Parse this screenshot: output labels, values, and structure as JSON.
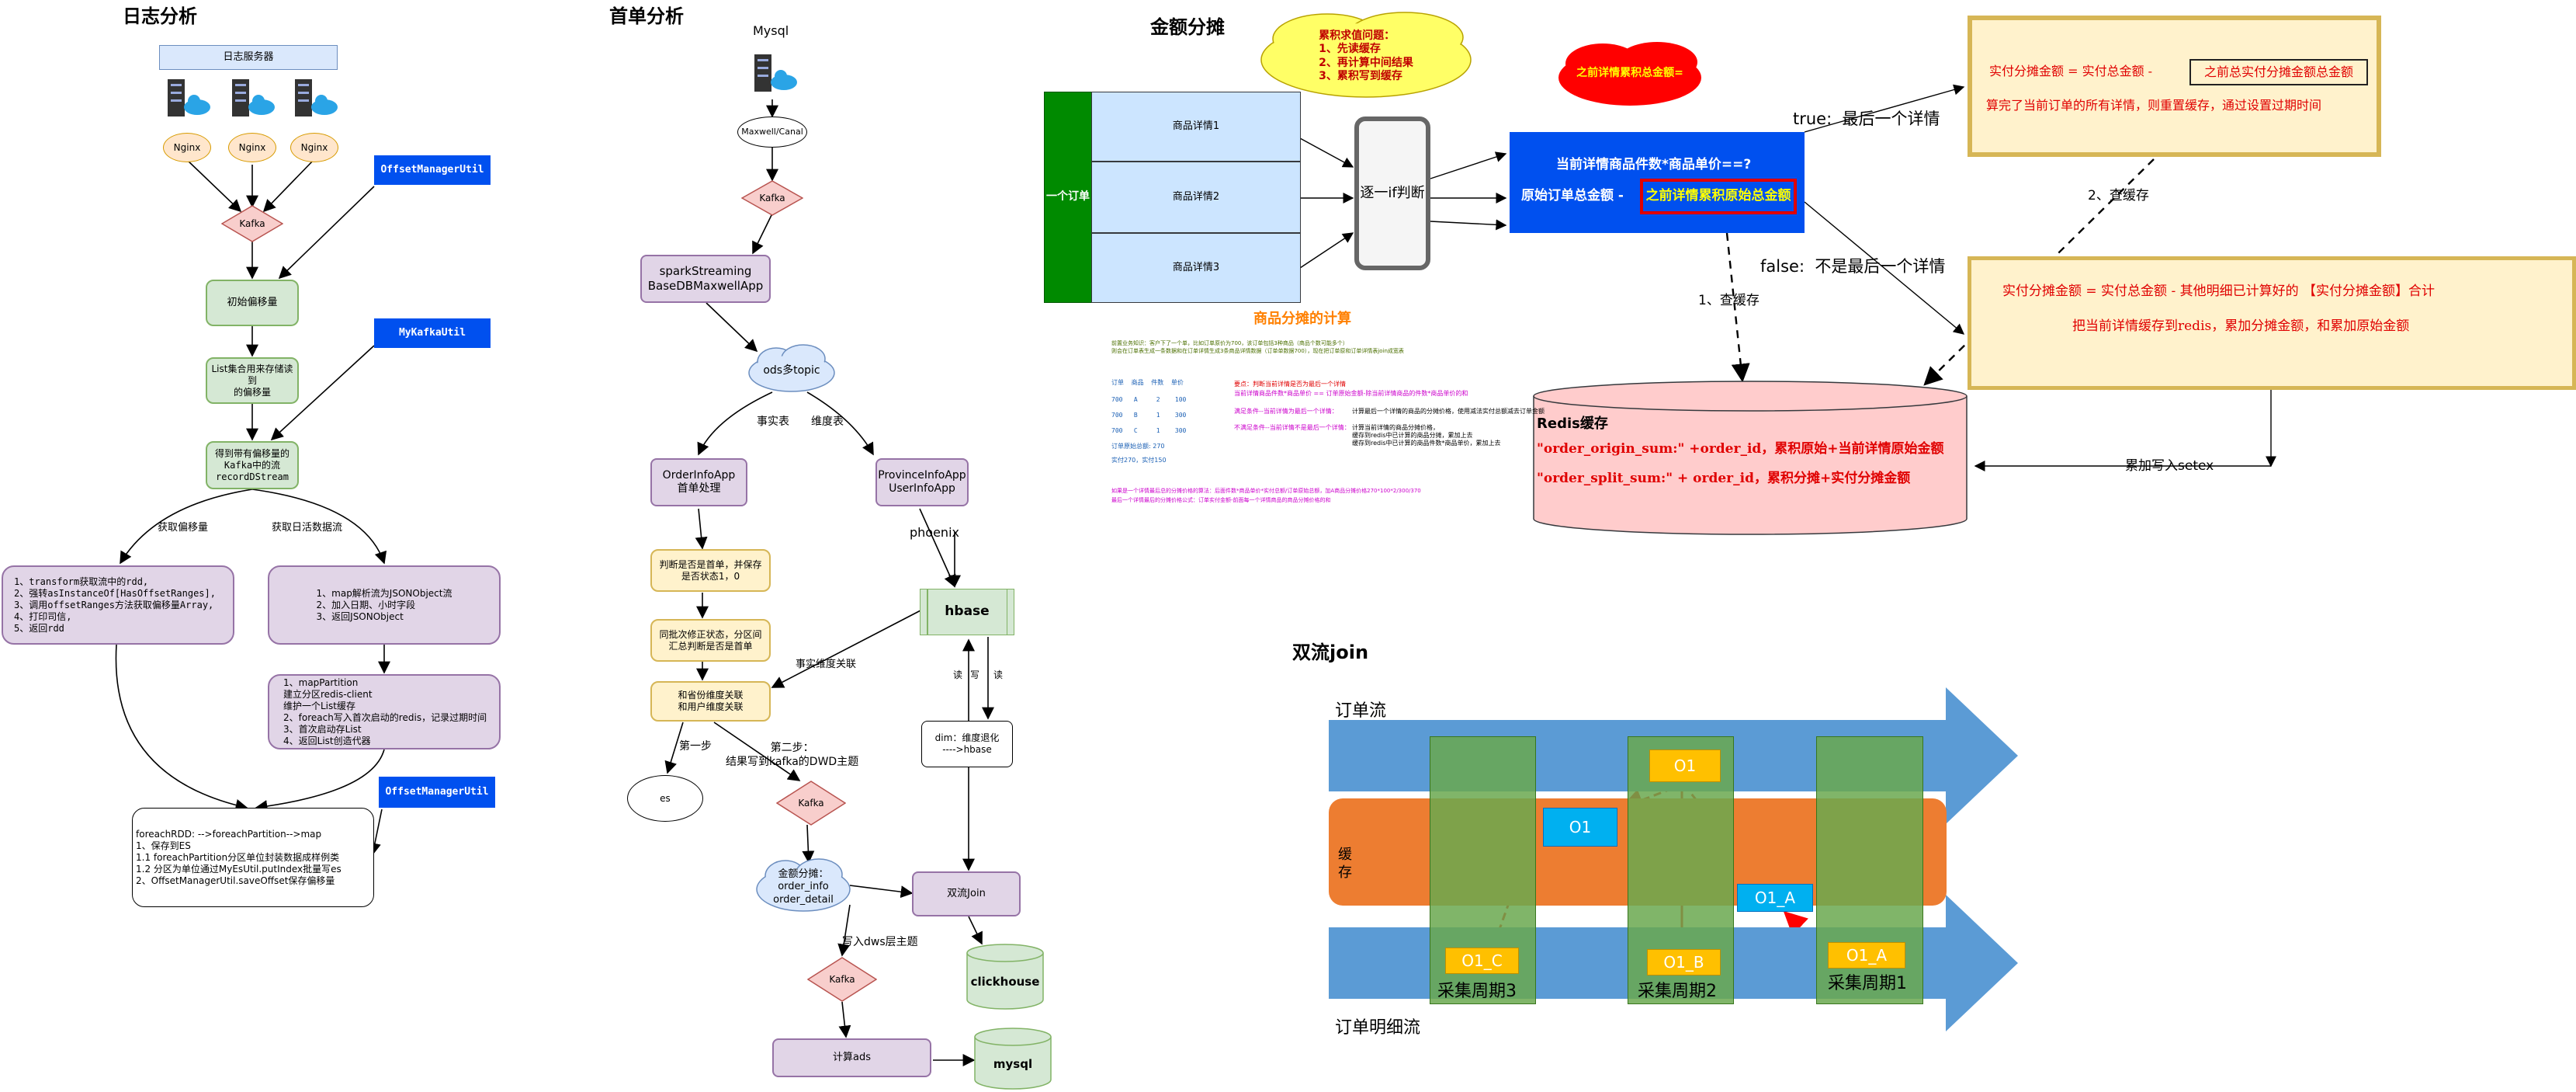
{
  "s1": {
    "title": "日志分析",
    "log_server": "日志服务器",
    "nginx": [
      "Nginx",
      "Nginx",
      "Nginx"
    ],
    "kafka": "Kafka",
    "init_offset": "初始偏移量",
    "list_offset": "List集合用来存储读到\n的偏移量",
    "stream": "得到带有偏移量的\nKafka中的流\nrecordDStream",
    "util_offset": "OffsetManagerUtil",
    "util_kafka": "MyKafkaUtil",
    "util_offset2": "OffsetManagerUtil",
    "branch_left": "获取偏移量",
    "branch_right": "获取日活数据流",
    "left_box": "1、transform获取流中的rdd,\n2、强转asInstanceOf[HasOffsetRanges],\n3、调用offsetRanges方法获取偏移量Array,\n4、打印司信,\n5、返回rdd",
    "right_box": "1、map解析流为JSONObject流\n2、加入日期、小时字段\n3、返回JSONObject",
    "mp_box": "1、mapPartition\n    建立分区redis-client\n    维护一个List缓存\n2、foreach写入首次启动的redis，记录过期时间\n3、首次启动存List\n4、返回List创造代器",
    "foreach_box": "foreachRDD: -->foreachPartition-->map\n1、保存到ES\n   1.1 foreachPartition分区单位封装数据成样例类\n   1.2 分区为单位通过MyEsUtil.putIndex批量写es\n2、OffsetManagerUtil.saveOffset保存偏移量"
  },
  "s2": {
    "title": "首单分析",
    "mysql": "Mysql",
    "maxwell": "Maxwell/Canal",
    "kafka1": "Kafka",
    "spark": "sparkStreaming\nBaseDBMaxwellApp",
    "ods": "ods多topic",
    "fact": "事实表",
    "dim": "维度表",
    "order_app": "OrderInfoApp\n首单处理",
    "prov_app": "ProvinceInfoApp\nUserInfoApp",
    "phoenix": "phoenix",
    "hbase": "hbase",
    "judge": "判断是否是首单，并保存\n是否状态1，0",
    "same_batch": "同批次修正状态，分区间\n汇总判断是否是首单",
    "dim_join": "和省份维度关联\n和用户维度关联",
    "fact_dim_join": "事实维度关联",
    "rw_read1": "读",
    "rw_write": "写",
    "rw_read2": "读",
    "dim_note": "dim：维度退化\n---->hbase",
    "step1": "第一步",
    "es": "es",
    "step2": "第二步：\n结果写到kafka的DWD主题",
    "kafka2": "Kafka",
    "split": "金额分摊：\norder_info\norder_detail",
    "dual_join": "双流Join",
    "write_dws": "写入dws层主题",
    "clickhouse": "clickhouse",
    "kafka3": "Kafka",
    "ads": "计算ads",
    "mysql2": "mysql"
  },
  "s3": {
    "title": "金额分摊",
    "cloud": "累积求值问题：\n1、先读缓存\n2、再计算中间结果\n3、累积写到缓存",
    "prev_total": "之前详情累积总金额=",
    "order_label": "一个订单",
    "details": [
      "商品详情1",
      "商品详情2",
      "商品详情3"
    ],
    "if_box": "逐一if判断",
    "formula1": "当前详情商品件数*商品单价==?",
    "formula2_a": "原始订单总金额 - ",
    "formula2_b": "之前详情累积原始总金额",
    "true_label": "true:  最后一个详情",
    "false_label": "false:  不是最后一个详情",
    "check_cache1": "1、查缓存",
    "check_cache2": "2、查缓存",
    "true_box_line1_a": "实付分摊金额 = 实付总金额 - ",
    "true_box_line1_b": "之前总实付分摊金额总金额",
    "true_box_line2": "算完了当前订单的所有详情，则重置缓存，通过设置过期时间",
    "false_box_line1": "实付分摊金额 = 实付总金额 - 其他明细已计算好的 【实付分摊金额】合计",
    "false_box_line2": "把当前详情缓存到redis，累加分摊金额，和累加原始金额",
    "redis_title": "Redis缓存",
    "redis_line1": "\"order_origin_sum:\" +order_id，累积原始+当前详情原始金额",
    "redis_line2": "\"order_split_sum:\" + order_id，累积分摊+实付分摊金额",
    "setex": "累加写入setex",
    "calc_title": "商品分摊的计算",
    "note1": "前置业务知识：客户下了一个单，比如订单原价为700，该订单包括3种商品（商品个数可能多个）",
    "note2": "则会在订单表生成一条数据和在订单详情生成3条商品详情数据（订单单数据700），现在把订单原和订单详情表join成宽表",
    "tbl_header": "订单  商品  件数  单价",
    "tbl_r1": "700   A     2    100",
    "tbl_r2": "700   B     1    300",
    "tbl_r3": "700   C     1    300",
    "tbl_total": "订单原始总额: 270",
    "tbl_paid": "实付270，实付150",
    "rule1": "要点：判断当前详情是否为最后一个详情",
    "rule2": "当前详情商品件数*商品单价 == 订单原始金额-除当前详情商品的件数*商品单价的和",
    "rule3": "满足条件--当前详情为最后一个详情：",
    "rule3b": "计算最后一个详情的商品的分摊价格，使用减法实付总额减去订单金额",
    "rule4": "不满足条件--当前详情不是最后一个详情：",
    "rule4b": "计算当前详情的商品分摊价格，\n缓存到redis中已计算的商品分摊，累加上去\n缓存到redis中已计算的商品件数*商品单价，累加上去",
    "foot1": "如果是一个详情最后总的分摊价格的算法：后面件数*商品单价*实付总额/订单原始总额，加A商品分摊价格270*100*2/300/370",
    "foot2": "最后一个详情最后的分摊价格公式：订单实付金额-前面每一个详情商品的商品分摊价格的和"
  },
  "s4": {
    "title": "双流join",
    "order_stream": "订单流",
    "detail_stream": "订单明细流",
    "cache": "缓\n存",
    "periods": [
      "采集周期3",
      "采集周期2",
      "采集周期1"
    ],
    "o1_top": "O1",
    "o1_cache": "O1",
    "o1_a_cache": "O1_A",
    "o1_c": "O1_C",
    "o1_b": "O1_B",
    "o1_a": "O1_A",
    "colors": {
      "arrow_blue": "#5b9bd5",
      "cache_orange": "#ed7d31",
      "period_green": "#6aa84f",
      "gold": "#ffc000",
      "cyan": "#00b0f0",
      "red": "#ff0000"
    }
  }
}
